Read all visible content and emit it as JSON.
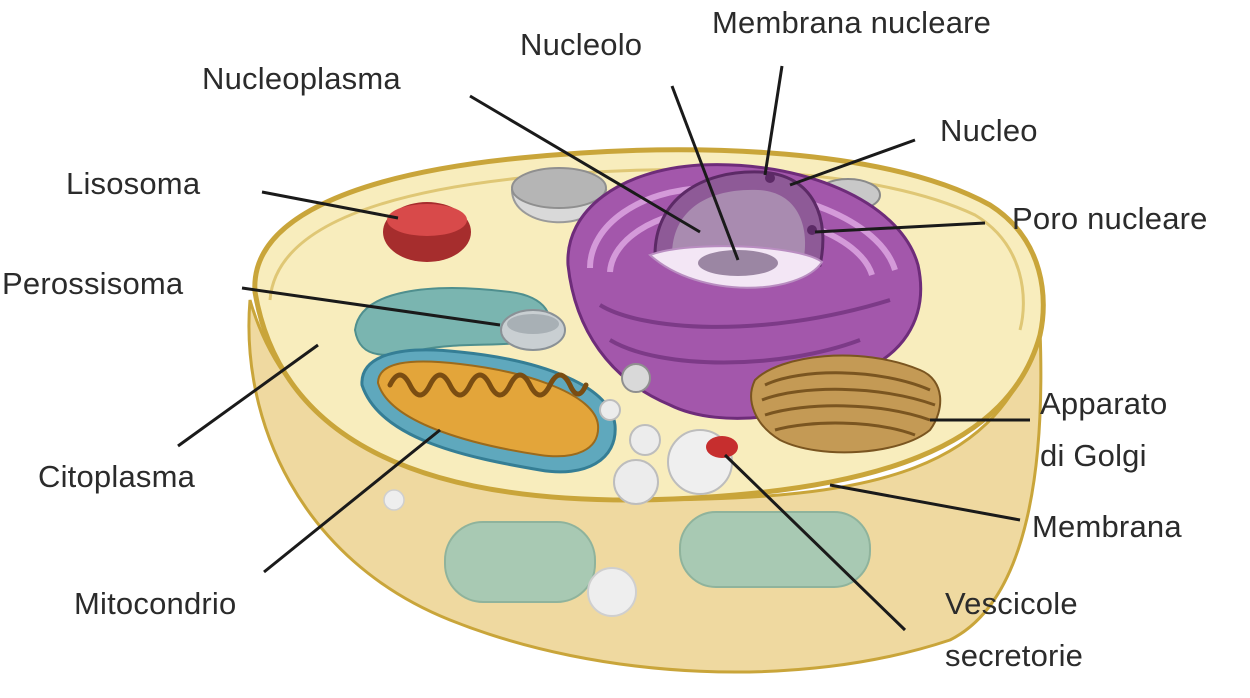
{
  "labels": {
    "nucleoplasma": "Nucleoplasma",
    "nucleolo": "Nucleolo",
    "membrana_nucleare": "Membrana nucleare",
    "nucleo": "Nucleo",
    "poro_nucleare": "Poro nucleare",
    "lisosoma": "Lisosoma",
    "perossisoma": "Perossisoma",
    "citoplasma": "Citoplasma",
    "mitocondrio": "Mitocondrio",
    "apparato_golgi": "Apparato\ndi Golgi",
    "membrana": "Membrana",
    "vescicole_secretorie": "Vescicole\nsecretorie"
  },
  "colors": {
    "cytoplasm": "#f6eab3",
    "cell_outline": "#c9a53a",
    "nucleus": "#9b4fa6",
    "nucleus_light": "#c98ed0",
    "lysosome": "#c23a3a",
    "mitochondrion_outer": "#4d9ca8",
    "mitochondrion_inner": "#c9902a",
    "golgi": "#b58a45",
    "vesicle": "#e8e8e8",
    "leader_line": "#1a1a1a"
  }
}
